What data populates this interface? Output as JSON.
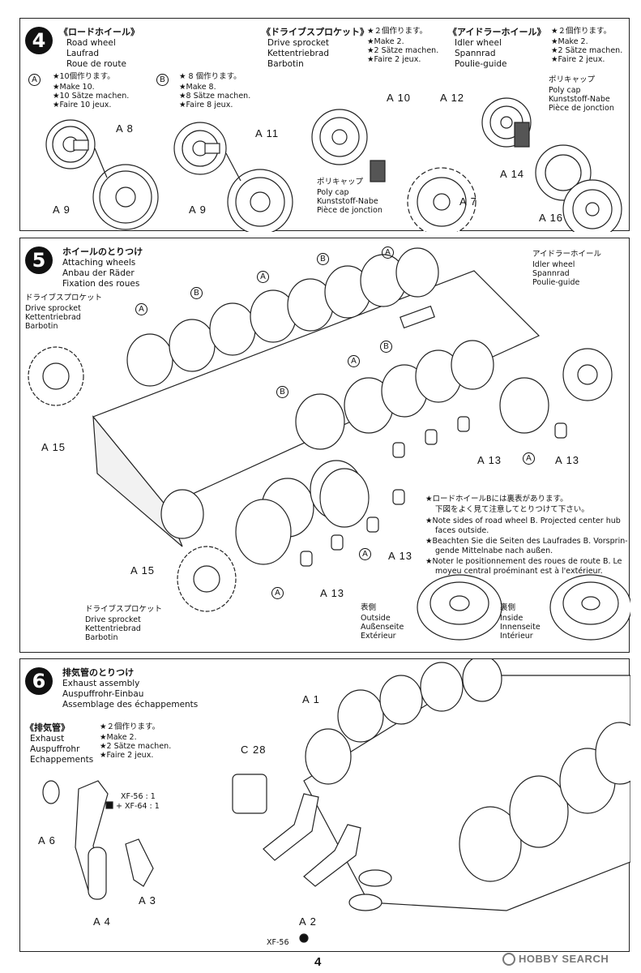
{
  "page_number": "4",
  "watermark": "HOBBY SEARCH",
  "step4": {
    "number": "4",
    "title_jp": "《ロードホイール》",
    "title_en": "Road wheel",
    "title_de": "Laufrad",
    "title_fr": "Roue de route",
    "sub_a": {
      "marker": "A",
      "jp": "★10個作ります。",
      "en": "★Make 10.",
      "de": "★10 Sätze machen.",
      "fr": "★Faire 10 jeux.",
      "part_top": "A 8",
      "part_bottom": "A 9"
    },
    "sub_b": {
      "marker": "B",
      "jp": "★ 8 個作ります。",
      "en": "★Make 8.",
      "de": "★8 Sätze machen.",
      "fr": "★Faire 8 jeux.",
      "part_top": "A 11",
      "part_bottom": "A 9"
    },
    "sprocket": {
      "title_jp": "《ドライブスプロケット》",
      "title_en": "Drive sprocket",
      "title_de": "Kettentriebrad",
      "title_fr": "Barbotin",
      "jp": "★２個作ります。",
      "en": "★Make 2.",
      "de": "★2 Sätze machen.",
      "fr": "★Faire 2 jeux.",
      "part_a": "A 10",
      "part_b": "A 7",
      "polycap_jp": "ポリキャップ",
      "polycap_en": "Poly cap",
      "polycap_de": "Kunststoff-Nabe",
      "polycap_fr": "Pièce de jonction"
    },
    "idler": {
      "title_jp": "《アイドラーホイール》",
      "title_en": "Idler wheel",
      "title_de": "Spannrad",
      "title_fr": "Poulie-guide",
      "jp": "★２個作ります。",
      "en": "★Make 2.",
      "de": "★2 Sätze machen.",
      "fr": "★Faire 2 jeux.",
      "part_a": "A 12",
      "part_b": "A 14",
      "part_c": "A 16",
      "polycap_jp": "ポリキャップ",
      "polycap_en": "Poly cap",
      "polycap_de": "Kunststoff-Nabe",
      "polycap_fr": "Pièce de jonction"
    }
  },
  "step5": {
    "number": "5",
    "title_jp": "ホイールのとりつけ",
    "title_en": "Attaching wheels",
    "title_de": "Anbau der Räder",
    "title_fr": "Fixation des roues",
    "sprocket_left": {
      "jp": "ドライブスプロケット",
      "en": "Drive sprocket",
      "de": "Kettentriebrad",
      "fr": "Barbotin"
    },
    "idler_right": {
      "jp": "アイドラーホイール",
      "en": "Idler wheel",
      "de": "Spannrad",
      "fr": "Poulie-guide"
    },
    "sprocket_bottom": {
      "jp": "ドライブスプロケット",
      "en": "Drive sprocket",
      "de": "Kettentriebrad",
      "fr": "Barbotin"
    },
    "parts": {
      "a15_left": "A 15",
      "a15_bottom": "A 15",
      "a13_right1": "A 13",
      "a13_right2": "A 13",
      "a13_mid": "A 13",
      "a13_low": "A 13"
    },
    "markers": {
      "a": "A",
      "b": "B"
    },
    "note": {
      "jp1": "★ロードホイールBには裏表があります。",
      "jp2": "下図をよく見て注意してとりつけて下さい。",
      "en1": "★Note sides of road wheel B. Projected center hub",
      "en2": "faces outside.",
      "de1": "★Beachten Sie die Seiten des Laufrades B. Vorsprin-",
      "de2": "gende Mittelnabe nach außen.",
      "fr1": "★Noter le positionnement des roues de route B. Le",
      "fr2": "moyeu central proéminant est à l'extérieur."
    },
    "outside": {
      "jp": "表側",
      "en": "Outside",
      "de": "Außenseite",
      "fr": "Extérieur"
    },
    "inside": {
      "jp": "裏側",
      "en": "Inside",
      "de": "Innenseite",
      "fr": "Intérieur"
    }
  },
  "step6": {
    "number": "6",
    "title_jp": "排気管のとりつけ",
    "title_en": "Exhaust assembly",
    "title_de": "Auspuffrohr-Einbau",
    "title_fr": "Assemblage des échappements",
    "exhaust": {
      "title_jp": "《排気管》",
      "title_en": "Exhaust",
      "title_de": "Auspuffrohr",
      "title_fr": "Echappements",
      "jp": "★２個作ります。",
      "en": "★Make 2.",
      "de": "★2 Sätze machen.",
      "fr": "★Faire 2 jeux."
    },
    "paint1": "XF-56 : 1",
    "paint2": "+ XF-64 : 1",
    "paint_bottom": "XF-56",
    "parts": {
      "a6": "A 6",
      "a4": "A 4",
      "a3": "A 3",
      "a1": "A 1",
      "c28": "C 28",
      "a2": "A 2"
    }
  }
}
